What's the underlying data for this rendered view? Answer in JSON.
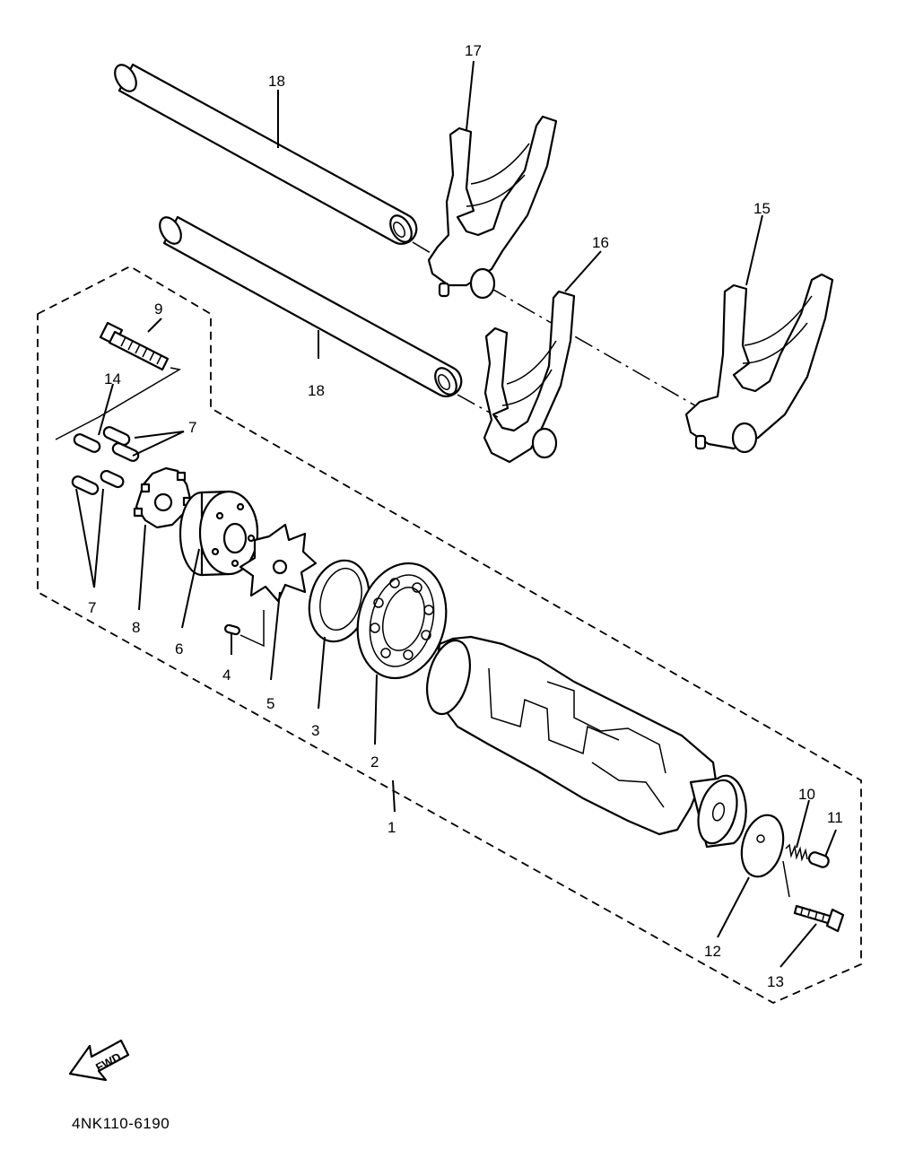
{
  "diagram": {
    "part_labels": {
      "p1": "1",
      "p2": "2",
      "p3": "3",
      "p4": "4",
      "p5": "5",
      "p6": "6",
      "p7a": "7",
      "p7b": "7",
      "p8": "8",
      "p9": "9",
      "p10": "10",
      "p11": "11",
      "p12": "12",
      "p13": "13",
      "p14": "14",
      "p15": "15",
      "p16": "16",
      "p17": "17",
      "p18a": "18",
      "p18b": "18"
    },
    "fwd_label": "FWD",
    "diagram_code": "4NK110-6190"
  }
}
